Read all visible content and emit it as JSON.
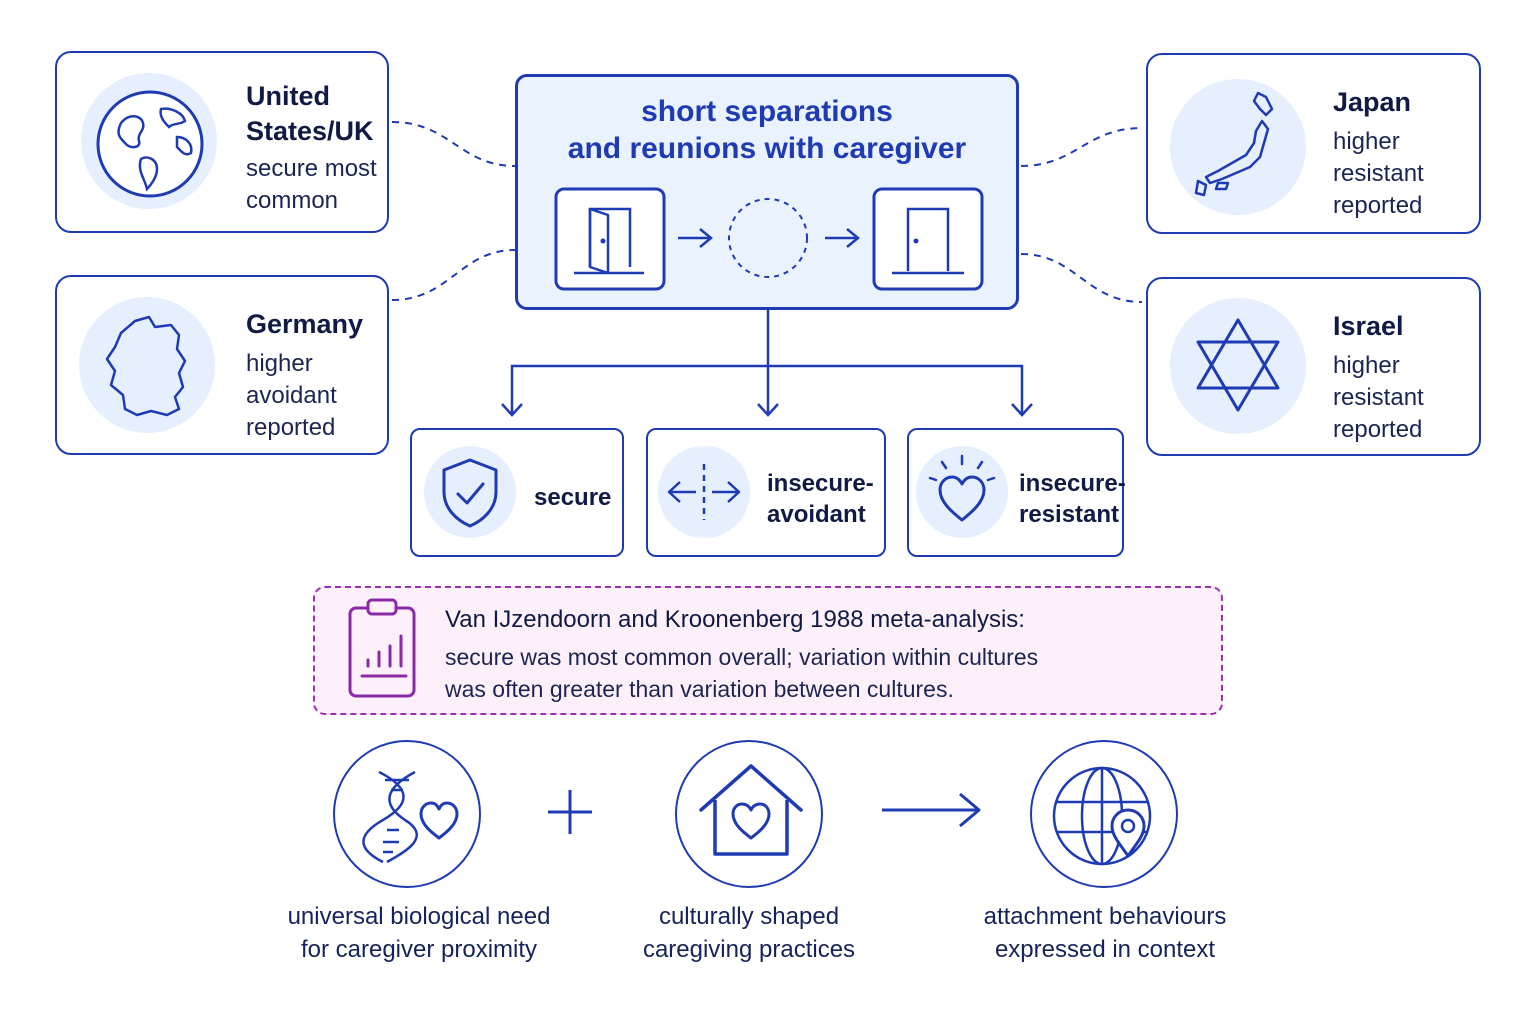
{
  "process": {
    "title_line1": "short separations",
    "title_line2": "and reunions with caregiver"
  },
  "countries": {
    "us_uk": {
      "name_line1": "United",
      "name_line2": "States/UK",
      "finding_line1": "secure most",
      "finding_line2": "common"
    },
    "germany": {
      "name": "Germany",
      "finding_line1": "higher",
      "finding_line2": "avoidant",
      "finding_line3": "reported"
    },
    "japan": {
      "name": "Japan",
      "finding_line1": "higher",
      "finding_line2": "resistant",
      "finding_line3": "reported"
    },
    "israel": {
      "name": "Israel",
      "finding_line1": "higher",
      "finding_line2": "resistant",
      "finding_line3": "reported"
    }
  },
  "outcomes": {
    "secure": "secure",
    "avoidant_line1": "insecure-",
    "avoidant_line2": "avoidant",
    "resistant_line1": "insecure-",
    "resistant_line2": "resistant"
  },
  "note": {
    "heading": "Van IJzendoorn and Kroonenberg 1988 meta-analysis:",
    "line1": "secure was most common overall; variation within cultures",
    "line2": "was often greater than variation between cultures."
  },
  "bottom": {
    "biology_line1": "universal biological need",
    "biology_line2": "for caregiver proximity",
    "culture_line1": "culturally shaped",
    "culture_line2": "caregiving practices",
    "result_line1": "attachment behaviours",
    "result_line2": "expressed in context"
  },
  "colors": {
    "primary": "#1f3bb3",
    "icon_bg": "#e6effd",
    "process_bg": "#eaf2fe",
    "note_border": "#9b2fb5",
    "note_bg": "#fdf0fa"
  },
  "icons": [
    "globe-icon",
    "germany-map-icon",
    "japan-map-icon",
    "star-of-david-icon",
    "open-door-icon",
    "closed-door-icon",
    "shield-check-icon",
    "split-arrows-icon",
    "heart-burst-icon",
    "clipboard-chart-icon",
    "dna-heart-icon",
    "house-heart-icon",
    "globe-pin-icon"
  ]
}
